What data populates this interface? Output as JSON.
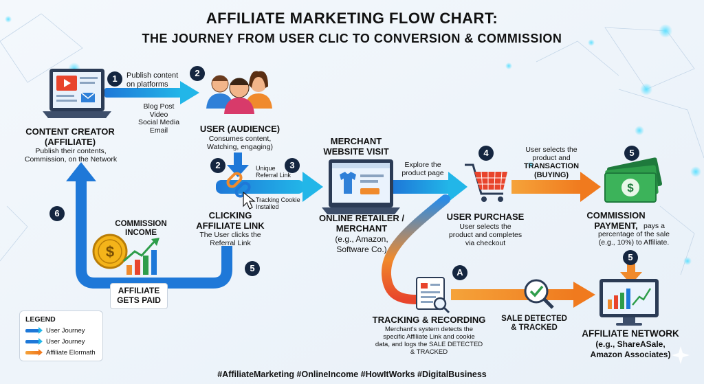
{
  "title": {
    "line1": "AFFILIATE MARKETING FLOW CHART:",
    "line2": "THE JOURNEY FROM USER CLIC TO CONVERSION & COMMISSION"
  },
  "steps": {
    "s1_label": "Publish content\non platforms",
    "platforms": "Blog Post\nVideo\nSocial Media\nEmail",
    "creator_title": "CONTENT CREATOR\n(AFFILIATE)",
    "creator_desc": "Publish their contents,\nCommission, on the Network",
    "user_title": "USER (AUDIENCE)",
    "user_desc": "Consumes content,\nWatching, engaging)",
    "unique_link": "Unique\nReferral Link",
    "cookie": "Tracking Cookie\nInstalled",
    "click_title": "CLICKING\nAFFILIATE LINK",
    "click_desc": "The User clicks the\nReferral Link",
    "merchant_visit": "MERCHANT\nWEBSITE VISIT",
    "explore": "Explore the\nproduct page",
    "retailer_title": "ONLINE RETAILER /\nMERCHANT",
    "retailer_desc": "(e.g., Amazon,\nSoftware Co.)",
    "select_label_a": "User selects the\nproduct and",
    "select_label_b": "TRANSACTION\n(BUYING)",
    "purchase_title": "USER PURCHASE",
    "purchase_desc": "User selects the\nproduct and completes\nvia checkout",
    "commission_title": "COMMISSION\nPAYMENT,",
    "commission_desc_inline": "pays a",
    "commission_desc": "percentage of the sale\n(e.g., 10%) to Affiliate.",
    "income_title": "COMMISSION\nINCOME",
    "paid_title": "AFFILIATE\nGETS PAID",
    "tracking_title": "TRACKING & RECORDING",
    "tracking_desc": "Merchant's system detects the\nspecific Affiliate Link and cookie\ndata, and logs the SALE DETECTED\n& TRACKED",
    "sale_detected": "SALE DETECTED\n& TRACKED",
    "network_title": "AFFILIATE NETWORK",
    "network_desc": "(e.g., ShareASale,\nAmazon Associates)"
  },
  "badges": {
    "b1": "1",
    "b2a": "2",
    "b2b": "2",
    "b3": "3",
    "b4": "4",
    "b5a": "5",
    "b5b": "5",
    "b5c": "5",
    "b6": "6",
    "bA": "A"
  },
  "icons": [
    "laptop-icon",
    "users-icon",
    "link-icon",
    "cursor-icon",
    "shirt-icon",
    "shopping-cart-icon",
    "money-icon",
    "coin-icon",
    "growth-chart-icon",
    "document-search-icon",
    "checkmark-search-icon",
    "monitor-chart-icon"
  ],
  "legend": {
    "title": "LEGEND",
    "items": [
      {
        "label": "User Journey",
        "color": "#1e78d8"
      },
      {
        "label": "User Journey",
        "color": "#1e78d8"
      },
      {
        "label": "Affiliate Elormath",
        "color": "#f08a2c"
      }
    ]
  },
  "hashtags": "#AffiliateMarketing #OnlineIncome #HowItWorks #DigitalBusiness",
  "colors": {
    "blue": "#1e78d8",
    "cyan": "#22b6e8",
    "orange": "#f08a2c",
    "navy": "#152640",
    "green": "#2e9d4a"
  }
}
